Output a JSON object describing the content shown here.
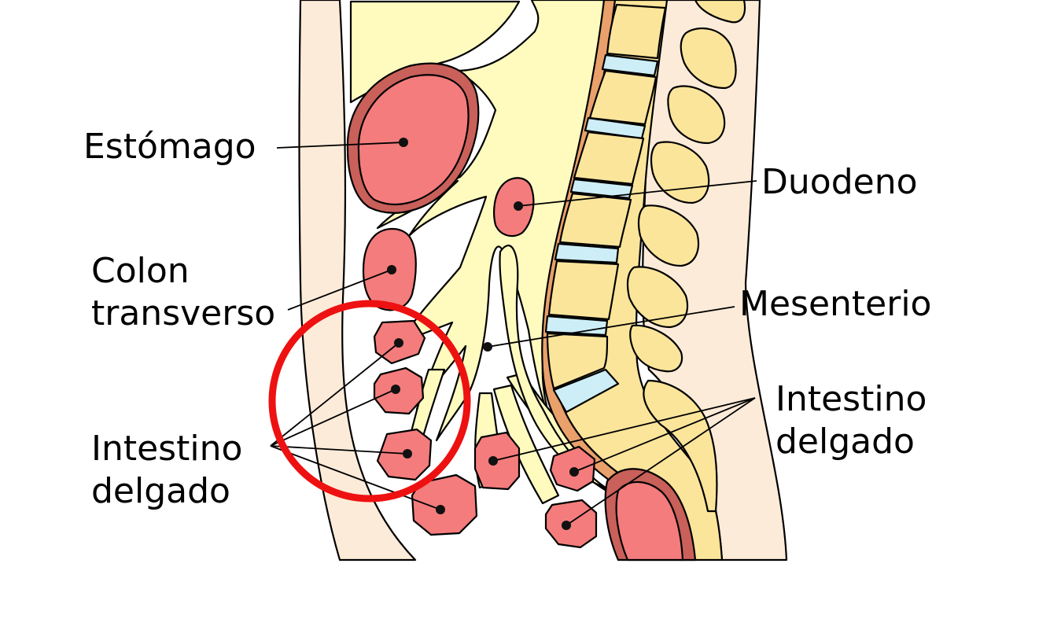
{
  "labels": {
    "estomago": "Estómago",
    "colon": [
      "Colon",
      "transverso"
    ],
    "intestino_izq": [
      "Intestino",
      "delgado"
    ],
    "duodeno": "Duodeno",
    "mesenterio": "Mesenterio",
    "intestino_der": [
      "Intestino",
      "delgado"
    ]
  },
  "colors": {
    "organ_fill": "#f47c7c",
    "organ_wall": "#c9605a",
    "mesentery_fill": "#fffbbf",
    "vertebra_fill": "#fbe59b",
    "disc_fill": "#cdeef6",
    "skin_fill": "#fdebd9",
    "highlight_circle": "#ee1111"
  },
  "icons": {
    "highlight": "red-circle-highlight"
  }
}
